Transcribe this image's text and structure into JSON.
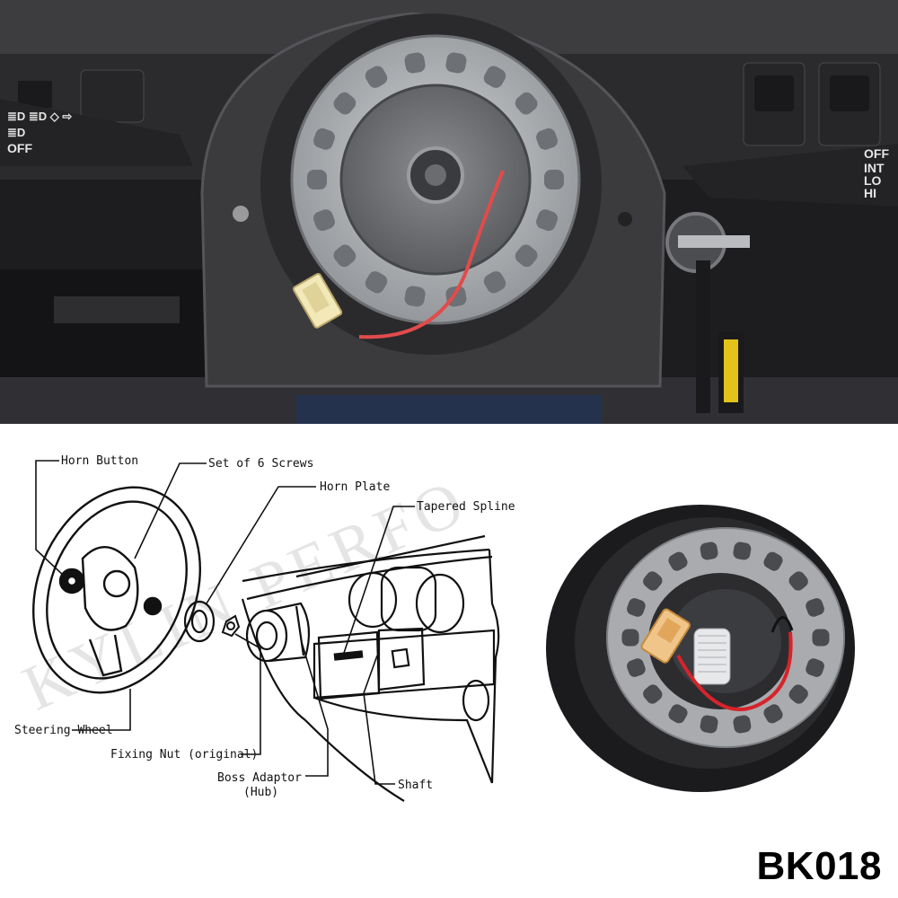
{
  "photo": {
    "left_stalk": {
      "line1": "≣D ≣D ◇ ⇨",
      "line2": "≣D",
      "line3": "OFF"
    },
    "right_stalk": {
      "off": "OFF",
      "int": "INT",
      "lo": "LO",
      "hi": "HI"
    }
  },
  "diagram": {
    "labels": {
      "horn_button": "Horn Button",
      "set_of_screws": "Set of 6 Screws",
      "horn_plate": "Horn Plate",
      "tapered_spline": "Tapered Spline",
      "steering_wheel": "Steering Wheel",
      "fixing_nut": "Fixing Nut (original)",
      "boss_adaptor": "Boss Adaptor",
      "hub": "(Hub)",
      "shaft": "Shaft"
    },
    "watermark": "KYLIN PERFO"
  },
  "product_code": "BK018",
  "colors": {
    "wire": "#d8232a",
    "connector": "#e9b36a",
    "dash": "#3a3a3c",
    "hub_silver": "#a9abae"
  }
}
